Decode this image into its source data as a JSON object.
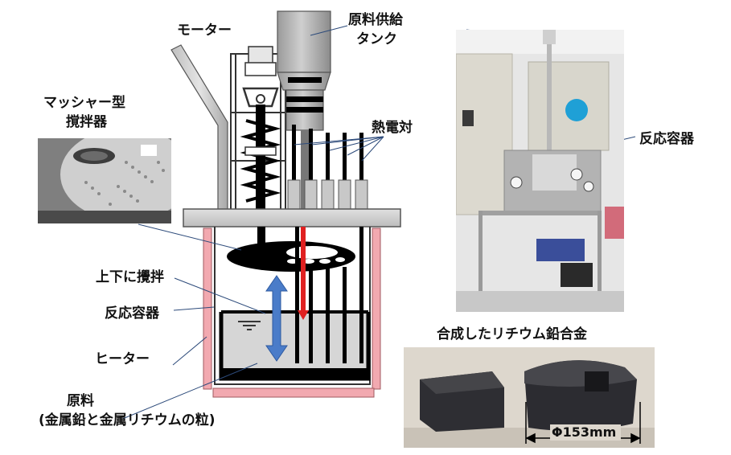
{
  "labels": {
    "motor": "モーター",
    "tank_line1": "原料供給",
    "tank_line2": "タンク",
    "masher_line1": "マッシャー型",
    "masher_line2": "撹拌器",
    "thermocouple": "熱電対",
    "reactor_photo": "反応容器",
    "stir_updown": "上下に攪拌",
    "reactor_vessel": "反応容器",
    "heater": "ヒーター",
    "material_line1": "原料",
    "material_line2": "(金属鉛と金属リチウムの粒)",
    "alloy_title": "合成したリチウム鉛合金",
    "diameter": "Φ153mm"
  },
  "colors": {
    "heater": "#f2a9b0",
    "arrow_blue": "#4a7cc9",
    "red_rod": "#e02020",
    "panel_gray": "#d0d0d0",
    "tank_gray": "#b8b8b8"
  },
  "icons": {
    "stir_arrow": "double-arrow-vertical-icon",
    "liquid_level": "liquid-level-icon"
  }
}
